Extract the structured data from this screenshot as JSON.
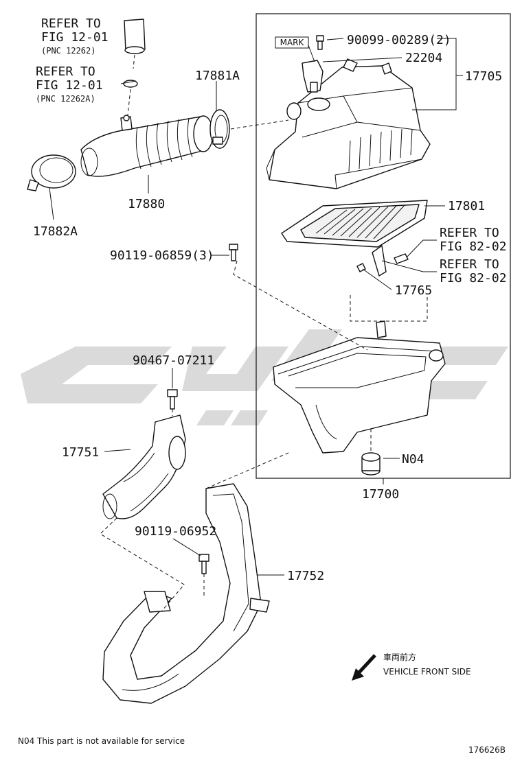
{
  "refer_top_1": {
    "line1": "REFER TO",
    "line2": "FIG 12-01",
    "line3": "(PNC 12262)"
  },
  "refer_top_2": {
    "line1": "REFER TO",
    "line2": "FIG 12-01",
    "line3": "(PNC 12262A)"
  },
  "refer_right_1": {
    "line1": "REFER TO",
    "line2": "FIG 82-02"
  },
  "refer_right_2": {
    "line1": "REFER TO",
    "line2": "FIG 82-02"
  },
  "mark_label": "MARK",
  "parts": {
    "p17881a": "17881A",
    "p17880": "17880",
    "p17882a": "17882A",
    "p90099": "90099-00289(2)",
    "p22204": "22204",
    "p17705": "17705",
    "p17801": "17801",
    "p90119_06859": "90119-06859(3)",
    "p17765": "17765",
    "p90467": "90467-07211",
    "p17751": "17751",
    "pN04": "N04",
    "p17700": "17700",
    "p90119_06952": "90119-06952",
    "p17752": "17752"
  },
  "direction": {
    "cjk": "車両前方",
    "label": "VEHICLE FRONT SIDE"
  },
  "footer": {
    "note": "N04  This part is not available for service",
    "figure_id": "176626B"
  }
}
